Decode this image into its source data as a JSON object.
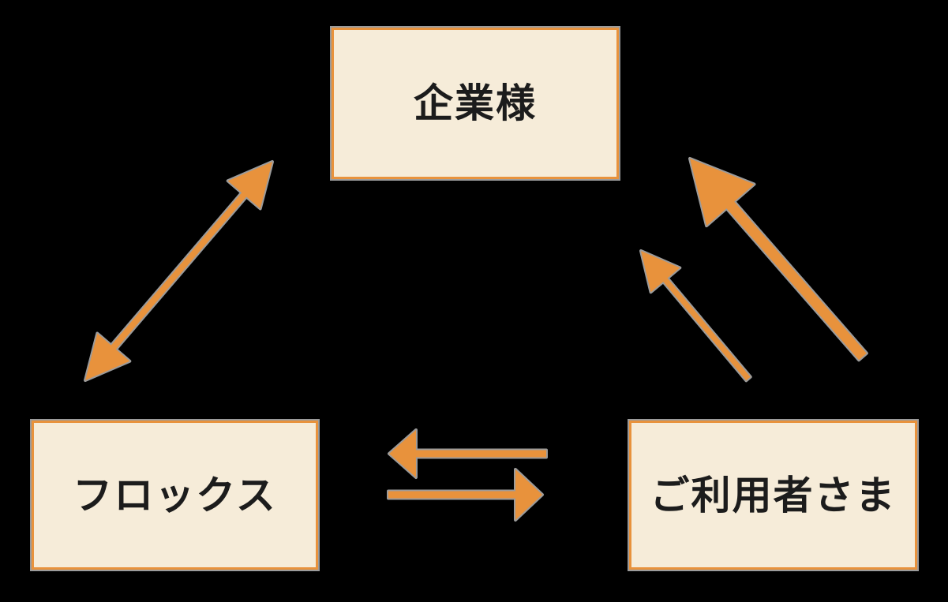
{
  "diagram": {
    "background_color": "#000000",
    "accent_orange": "#E8923C",
    "halo_gray": "#9B9B9B",
    "box_fill": "#F6ECD9",
    "box_border": "#E8923C",
    "text_color": "#1C1C1C",
    "nodes": {
      "company": {
        "label": "企業様"
      },
      "phlox": {
        "label": "フロックス"
      },
      "users": {
        "label": "ご利用者さま"
      }
    },
    "connections": [
      {
        "from": "フロックス",
        "to": "企業様",
        "style": "double-headed diagonal arrow"
      },
      {
        "from": "ご利用者さま",
        "to": "企業様",
        "style": "thin up-left arrow"
      },
      {
        "from": "ご利用者さま",
        "to": "企業様",
        "style": "thick up-left arrow"
      },
      {
        "from": "ご利用者さま",
        "to": "フロックス",
        "style": "left-pointing horizontal arrow"
      },
      {
        "from": "フロックス",
        "to": "ご利用者さま",
        "style": "right-pointing horizontal arrow"
      }
    ]
  }
}
